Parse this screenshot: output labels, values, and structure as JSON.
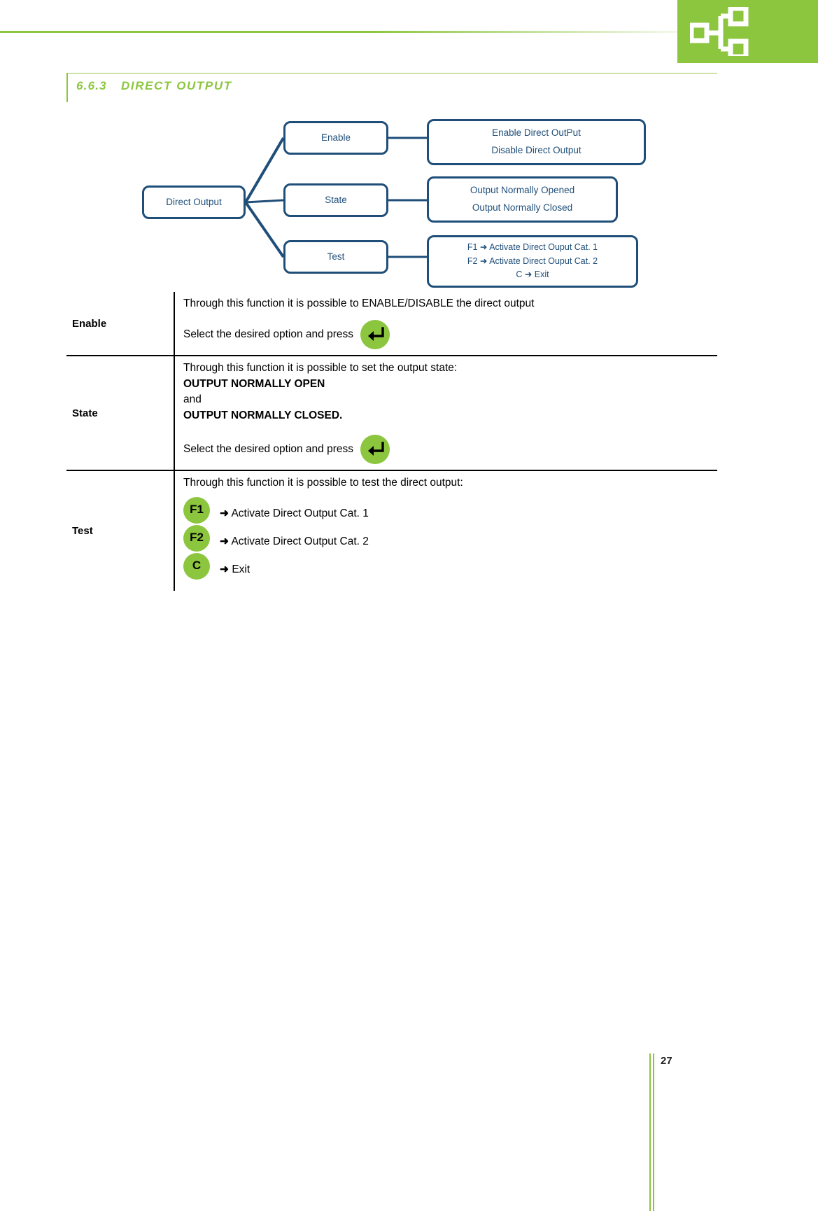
{
  "header": {
    "logo_icon": "network-hierarchy-icon",
    "accent_color": "#8cc63e",
    "diagram_color": "#1f4e79"
  },
  "section": {
    "number": "6.6.3",
    "title": "DIRECT OUTPUT"
  },
  "diagram": {
    "root": "Direct Output",
    "branches": [
      {
        "node": "Enable",
        "options": [
          "Enable Direct OutPut",
          "Disable Direct Output"
        ]
      },
      {
        "node": "State",
        "options": [
          "Output Normally Opened",
          "Output Normally Closed"
        ]
      },
      {
        "node": "Test",
        "options": [
          "F1 ➜ Activate Direct Ouput Cat. 1",
          "F2 ➜ Activate Direct Ouput Cat. 2",
          "C ➜ Exit"
        ]
      }
    ]
  },
  "table": {
    "rows": [
      {
        "label": "Enable",
        "intro": "Through this function it is possible to ENABLE/DISABLE the direct output",
        "press_text": "Select the desired option and press",
        "key": "enter-key"
      },
      {
        "label": "State",
        "intro": "Through this function it is possible to set the output state:",
        "option_1": " OUTPUT NORMALLY OPEN",
        "conjunction": "and",
        "option_2": "OUTPUT NORMALLY CLOSED.",
        "press_text": "Select the desired option and press",
        "key": "enter-key"
      },
      {
        "label": "Test",
        "intro": "Through this function it is possible to test the direct output:",
        "keys": [
          {
            "key": "F1",
            "arrow": "➜",
            "action": "Activate Direct Output Cat. 1"
          },
          {
            "key": "F2",
            "arrow": "➜",
            "action": "Activate Direct Output Cat. 2"
          },
          {
            "key": "C",
            "arrow": "➜",
            "action": "Exit"
          }
        ]
      }
    ]
  },
  "footer": {
    "page_number": "27"
  }
}
